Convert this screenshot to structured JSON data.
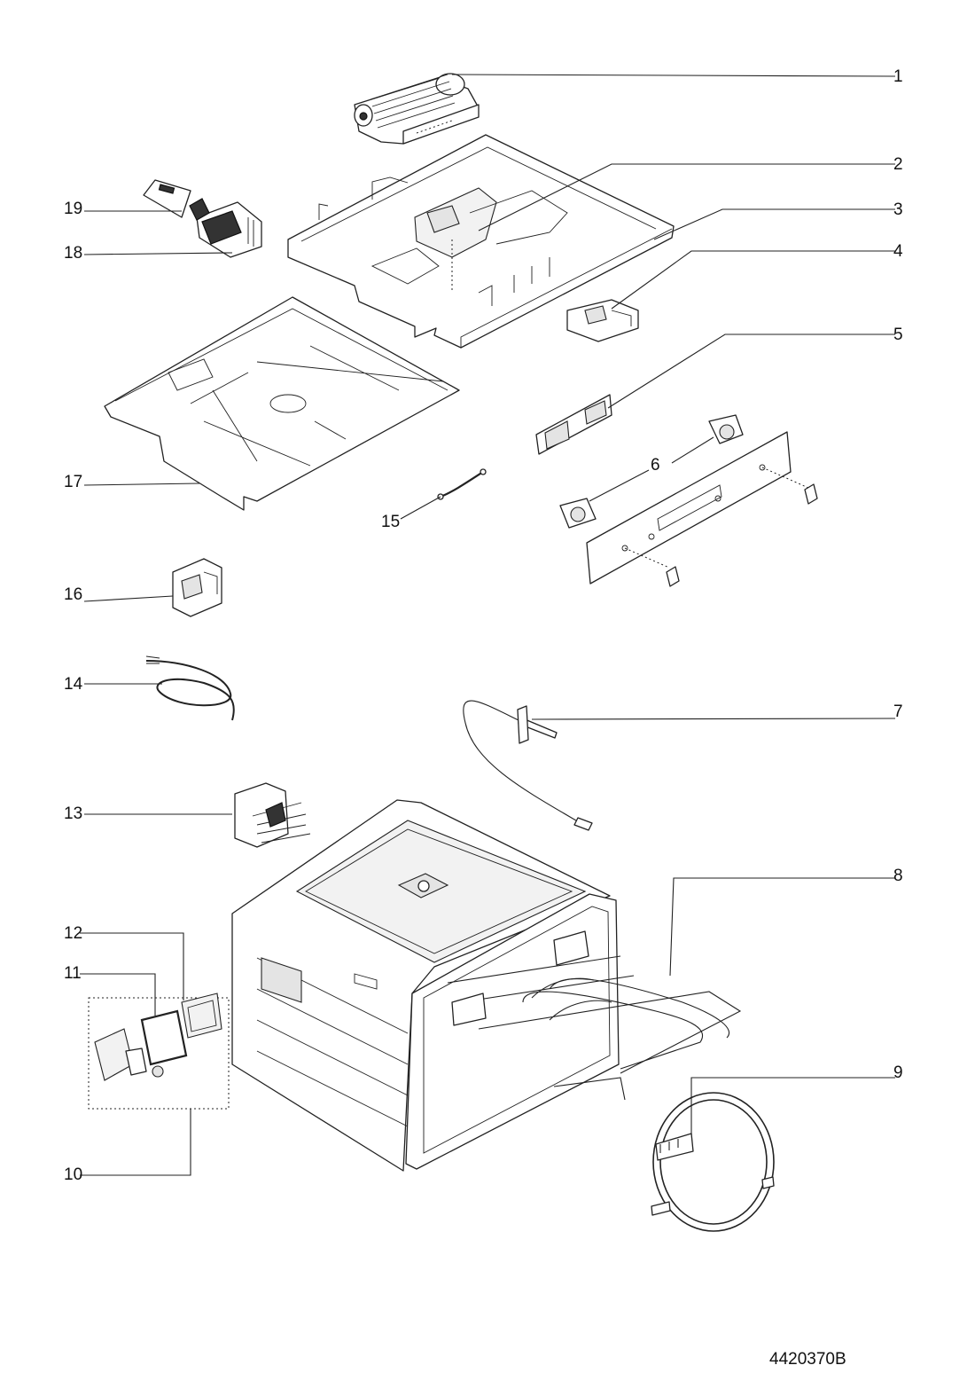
{
  "document_code": "4420370B",
  "callouts": [
    {
      "label": "1"
    },
    {
      "label": "2"
    },
    {
      "label": "3"
    },
    {
      "label": "4"
    },
    {
      "label": "5"
    },
    {
      "label": "6"
    },
    {
      "label": "7"
    },
    {
      "label": "8"
    },
    {
      "label": "9"
    },
    {
      "label": "10"
    },
    {
      "label": "11"
    },
    {
      "label": "12"
    },
    {
      "label": "13"
    },
    {
      "label": "14"
    },
    {
      "label": "15"
    },
    {
      "label": "16"
    },
    {
      "label": "17"
    },
    {
      "label": "18"
    },
    {
      "label": "19"
    }
  ]
}
